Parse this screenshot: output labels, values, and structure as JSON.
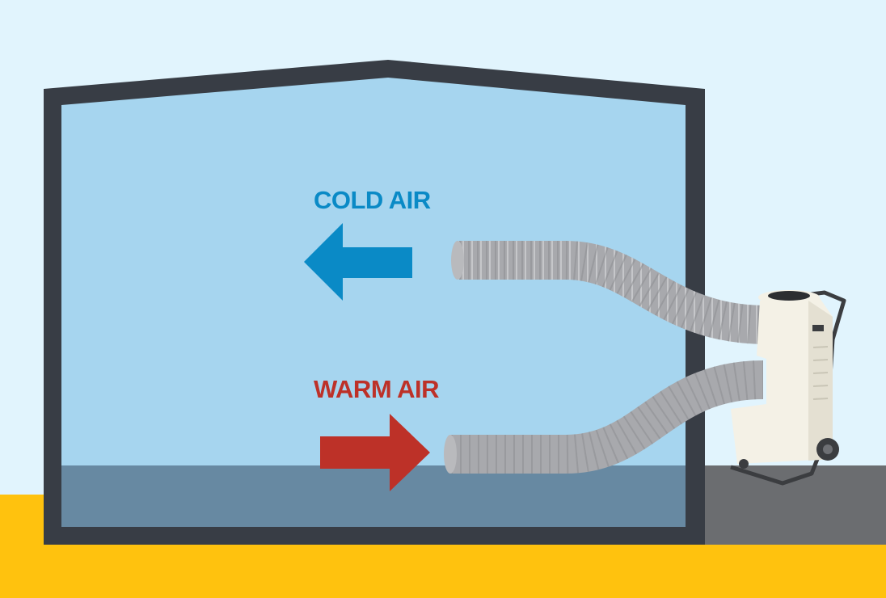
{
  "labels": {
    "cold": "COLD AIR",
    "warm": "WARM AIR"
  },
  "colors": {
    "sky": "#e1f4fd",
    "room_interior": "#a6d5ef",
    "room_walls": "#383d45",
    "room_floor": "#6789a2",
    "ground": "#ffc20e",
    "outdoor_pad": "#6b6d70",
    "cold": "#0a8ac6",
    "warm": "#bd3128",
    "duct": "#a8a9ad",
    "unit_body": "#f4f1e6",
    "unit_frame": "#3b3d40"
  },
  "icons": {
    "cold_arrow": "arrow-left",
    "warm_arrow": "arrow-right",
    "machine": "portable-air-conditioner"
  }
}
